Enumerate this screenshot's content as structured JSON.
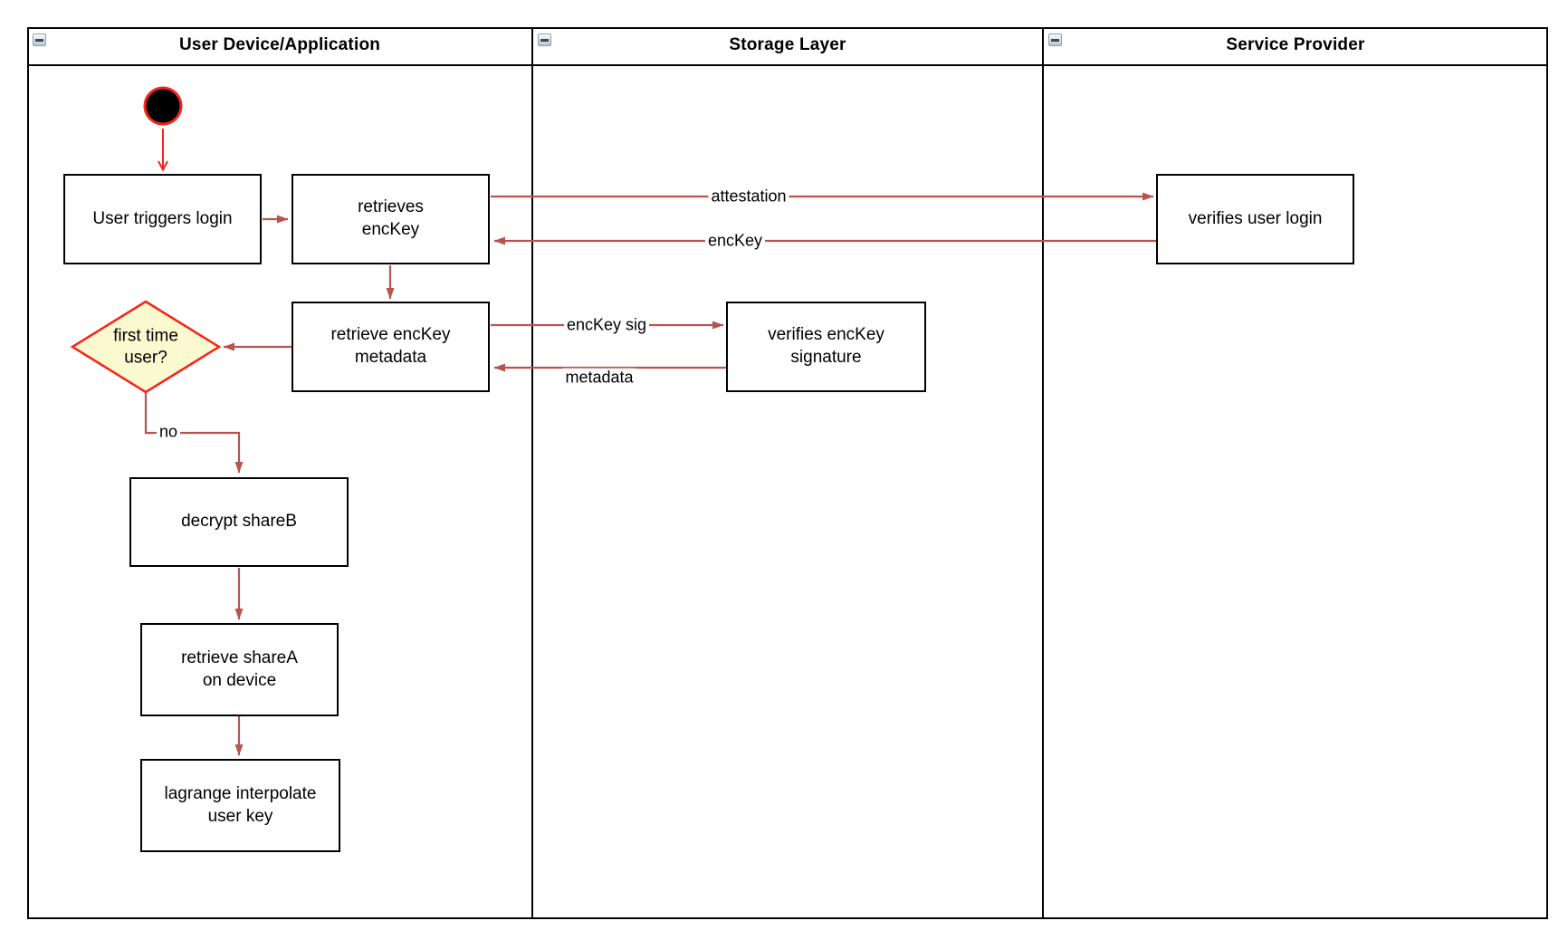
{
  "lanes": [
    {
      "title": "User Device/Application"
    },
    {
      "title": "Storage Layer"
    },
    {
      "title": "Service Provider"
    }
  ],
  "nodes": {
    "user_triggers_login": {
      "label": "User triggers login"
    },
    "retrieves_enckey": {
      "label": "retrieves\nencKey"
    },
    "verifies_user_login": {
      "label": "verifies user login"
    },
    "retrieve_enckey_metadata": {
      "label": "retrieve encKey\nmetadata"
    },
    "verifies_enckey_signature": {
      "label": "verifies encKey\nsignature"
    },
    "first_time_user": {
      "label": "first time\nuser?"
    },
    "decrypt_shareb": {
      "label": "decrypt shareB"
    },
    "retrieve_sharea_on_device": {
      "label": "retrieve shareA\non device"
    },
    "lagrange_interpolate_user_key": {
      "label": "lagrange interpolate\nuser key"
    }
  },
  "edges": {
    "attestation": {
      "label": "attestation"
    },
    "enckey": {
      "label": "encKey"
    },
    "enckey_sig": {
      "label": "encKey sig"
    },
    "metadata": {
      "label": "metadata"
    },
    "no": {
      "label": "no"
    }
  },
  "colors": {
    "arrow": "#b85450",
    "accent": "#f5251b",
    "diamond_fill": "#fbf9cf",
    "node_border": "#000000",
    "lane_border": "#000000",
    "background": "#ffffff"
  }
}
